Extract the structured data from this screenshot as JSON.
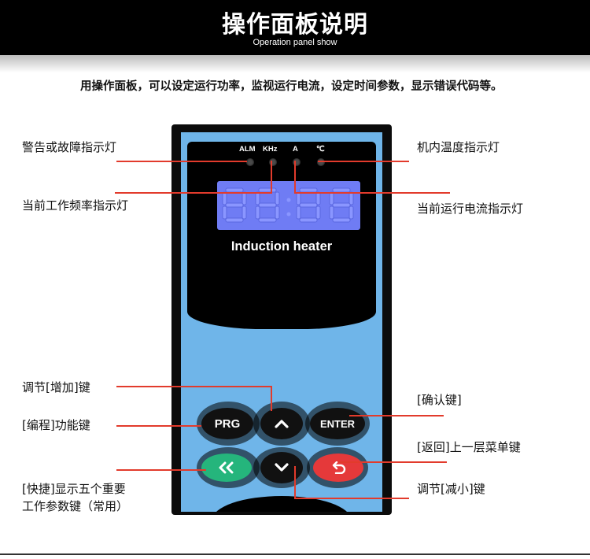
{
  "header": {
    "title": "操作面板说明",
    "subtitle": "Operation panel show"
  },
  "intro": "用操作面板，可以设定运行功率，监视运行电流，设定时间参数，显示错误代码等。",
  "panel": {
    "indicators": [
      "ALM",
      "KHz",
      "A",
      "℃"
    ],
    "display_digits": "88:88",
    "brand": "Induction heater",
    "buttons": {
      "prg": "PRG",
      "enter": "ENTER",
      "up_icon": "chevron-up-icon",
      "down_icon": "chevron-down-icon",
      "quick_icon": "double-chevron-left-icon",
      "return_icon": "return-arrow-icon"
    },
    "colors": {
      "face": "#6fb5e9",
      "display": "#6f7cf4",
      "quick_button": "#25b57c",
      "return_button": "#e5393a",
      "callout_line": "#e23b2c"
    }
  },
  "callouts": {
    "alarm": "警告或故障指示灯",
    "temperature": "机内温度指示灯",
    "frequency": "当前工作频率指示灯",
    "current": "当前运行电流指示灯",
    "increase": "调节[增加]键",
    "confirm": "[确认键]",
    "program": "[编程]功能键",
    "return": "[返回]上一层菜单键",
    "quick_line1": "[快捷]显示五个重要",
    "quick_line2": "工作参数键（常用）",
    "decrease": "调节[减小]键"
  }
}
